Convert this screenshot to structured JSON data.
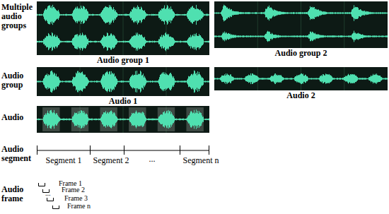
{
  "diagram": {
    "nodes": [
      {
        "text": [
          "Audio group 1"
        ]
      },
      {
        "text": [
          "Audio group 2"
        ]
      },
      {
        "text": [
          "Audio 1"
        ]
      },
      {
        "text": [
          "Audio 2"
        ]
      }
    ],
    "labels": [
      "Multiple audio groups",
      "Audio group",
      "Audio",
      "Audio segment",
      "Segment 1",
      "Segment 2",
      "...",
      "Segment n",
      "Audio frame",
      "Frame 1",
      "Frame 2",
      "...",
      "Frame 3",
      "Frame n"
    ]
  }
}
